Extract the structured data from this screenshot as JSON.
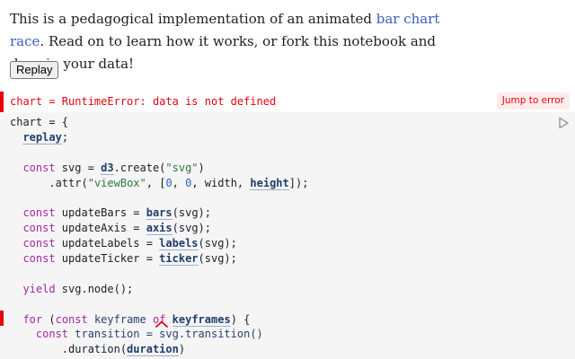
{
  "intro": {
    "before_link": "This is a pedagogical implementation of an animated ",
    "link_text": "bar chart race",
    "after_link": ". Read on to learn how it works, or fork this notebook and drop in your data!"
  },
  "replay_button": "Replay",
  "error": {
    "message": "chart = RuntimeError: data is not defined",
    "jump_label": "Jump to error"
  },
  "code": {
    "l1": {
      "a": "chart = {"
    },
    "l2": {
      "ref": "replay",
      "b": ";"
    },
    "l3": {
      "kw": "const",
      "a": " svg = ",
      "ref": "d3",
      "b": ".create(",
      "str": "\"svg\"",
      "c": ")"
    },
    "l4": {
      "a": ".attr(",
      "str": "\"viewBox\"",
      "b": ", [",
      "n1": "0",
      "c": ", ",
      "n2": "0",
      "d": ", width, ",
      "ref": "height",
      "e": "]);"
    },
    "l5": {
      "kw": "const",
      "a": " updateBars = ",
      "ref": "bars",
      "b": "(svg);"
    },
    "l6": {
      "kw": "const",
      "a": " updateAxis = ",
      "ref": "axis",
      "b": "(svg);"
    },
    "l7": {
      "kw": "const",
      "a": " updateLabels = ",
      "ref": "labels",
      "b": "(svg);"
    },
    "l8": {
      "kw": "const",
      "a": " updateTicker = ",
      "ref": "ticker",
      "b": "(svg);"
    },
    "l9": {
      "kw": "yield",
      "a": " svg.node();"
    },
    "l10": {
      "kw1": "for",
      "a": " (",
      "kw2": "const",
      "b": " keyframe ",
      "kw3": "of",
      "c": " ",
      "ref": "keyframes",
      "d": ") {"
    },
    "l11": {
      "kw": "const",
      "a": " transition = svg.transition()"
    },
    "l12": {
      "a": ".duration(",
      "ref": "duration",
      "b": ")"
    }
  },
  "icons": {
    "run": "play-triangle-icon",
    "error_caret": "caret-up-icon"
  },
  "colors": {
    "error": "#e7040f",
    "link": "#3b5fc0",
    "cell_background": "#f5f5f5"
  }
}
